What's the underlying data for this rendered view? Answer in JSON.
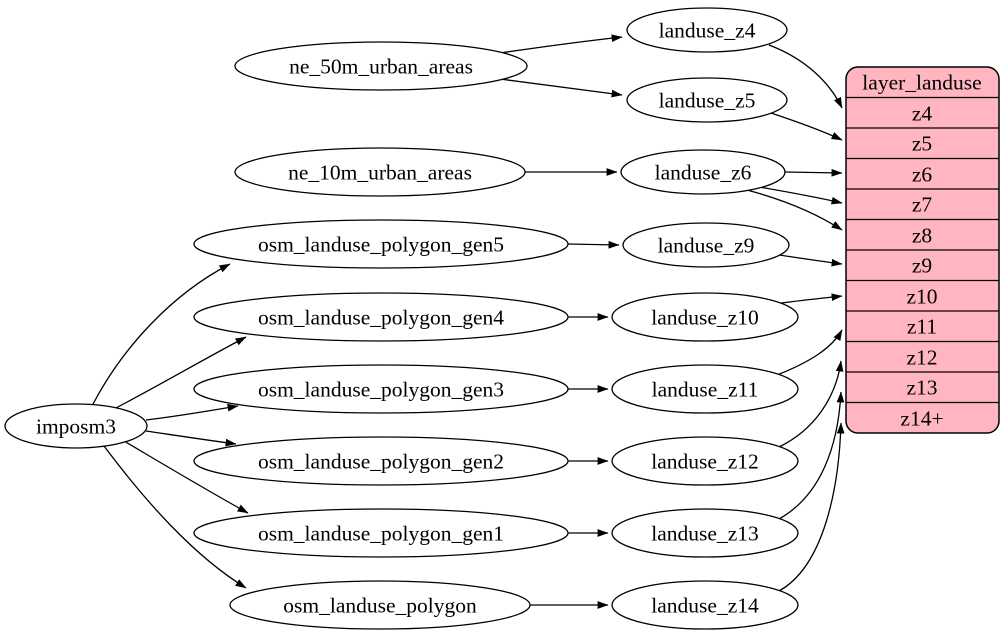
{
  "diagram": {
    "type": "dependency-graph",
    "background_color": "#ffffff",
    "node_fill": "#ffffff",
    "node_stroke": "#000000",
    "edge_color": "#000000",
    "table_fill": "#ffb6c1"
  },
  "nodes": {
    "imposm3": {
      "label": "imposm3"
    },
    "ne_50m_urban_areas": {
      "label": "ne_50m_urban_areas"
    },
    "ne_10m_urban_areas": {
      "label": "ne_10m_urban_areas"
    },
    "osm_landuse_polygon_gen5": {
      "label": "osm_landuse_polygon_gen5"
    },
    "osm_landuse_polygon_gen4": {
      "label": "osm_landuse_polygon_gen4"
    },
    "osm_landuse_polygon_gen3": {
      "label": "osm_landuse_polygon_gen3"
    },
    "osm_landuse_polygon_gen2": {
      "label": "osm_landuse_polygon_gen2"
    },
    "osm_landuse_polygon_gen1": {
      "label": "osm_landuse_polygon_gen1"
    },
    "osm_landuse_polygon": {
      "label": "osm_landuse_polygon"
    },
    "landuse_z4": {
      "label": "landuse_z4"
    },
    "landuse_z5": {
      "label": "landuse_z5"
    },
    "landuse_z6": {
      "label": "landuse_z6"
    },
    "landuse_z9": {
      "label": "landuse_z9"
    },
    "landuse_z10": {
      "label": "landuse_z10"
    },
    "landuse_z11": {
      "label": "landuse_z11"
    },
    "landuse_z12": {
      "label": "landuse_z12"
    },
    "landuse_z13": {
      "label": "landuse_z13"
    },
    "landuse_z14": {
      "label": "landuse_z14"
    }
  },
  "table": {
    "title": "layer_landuse",
    "rows": [
      "z4",
      "z5",
      "z6",
      "z7",
      "z8",
      "z9",
      "z10",
      "z11",
      "z12",
      "z13",
      "z14+"
    ]
  },
  "edges": [
    {
      "from": "imposm3",
      "to": "osm_landuse_polygon_gen5"
    },
    {
      "from": "imposm3",
      "to": "osm_landuse_polygon_gen4"
    },
    {
      "from": "imposm3",
      "to": "osm_landuse_polygon_gen3"
    },
    {
      "from": "imposm3",
      "to": "osm_landuse_polygon_gen2"
    },
    {
      "from": "imposm3",
      "to": "osm_landuse_polygon_gen1"
    },
    {
      "from": "imposm3",
      "to": "osm_landuse_polygon"
    },
    {
      "from": "ne_50m_urban_areas",
      "to": "landuse_z4"
    },
    {
      "from": "ne_50m_urban_areas",
      "to": "landuse_z5"
    },
    {
      "from": "ne_10m_urban_areas",
      "to": "landuse_z6"
    },
    {
      "from": "osm_landuse_polygon_gen5",
      "to": "landuse_z9"
    },
    {
      "from": "osm_landuse_polygon_gen4",
      "to": "landuse_z10"
    },
    {
      "from": "osm_landuse_polygon_gen3",
      "to": "landuse_z11"
    },
    {
      "from": "osm_landuse_polygon_gen2",
      "to": "landuse_z12"
    },
    {
      "from": "osm_landuse_polygon_gen1",
      "to": "landuse_z13"
    },
    {
      "from": "osm_landuse_polygon",
      "to": "landuse_z14"
    },
    {
      "from": "landuse_z4",
      "to": "layer_landuse",
      "to_row": "z4"
    },
    {
      "from": "landuse_z5",
      "to": "layer_landuse",
      "to_row": "z5"
    },
    {
      "from": "landuse_z6",
      "to": "layer_landuse",
      "to_row": "z6"
    },
    {
      "from": "landuse_z6",
      "to": "layer_landuse",
      "to_row": "z7"
    },
    {
      "from": "landuse_z6",
      "to": "layer_landuse",
      "to_row": "z8"
    },
    {
      "from": "landuse_z9",
      "to": "layer_landuse",
      "to_row": "z9"
    },
    {
      "from": "landuse_z10",
      "to": "layer_landuse",
      "to_row": "z10"
    },
    {
      "from": "landuse_z11",
      "to": "layer_landuse",
      "to_row": "z11"
    },
    {
      "from": "landuse_z12",
      "to": "layer_landuse",
      "to_row": "z12"
    },
    {
      "from": "landuse_z13",
      "to": "layer_landuse",
      "to_row": "z13"
    },
    {
      "from": "landuse_z14",
      "to": "layer_landuse",
      "to_row": "z14+"
    }
  ]
}
